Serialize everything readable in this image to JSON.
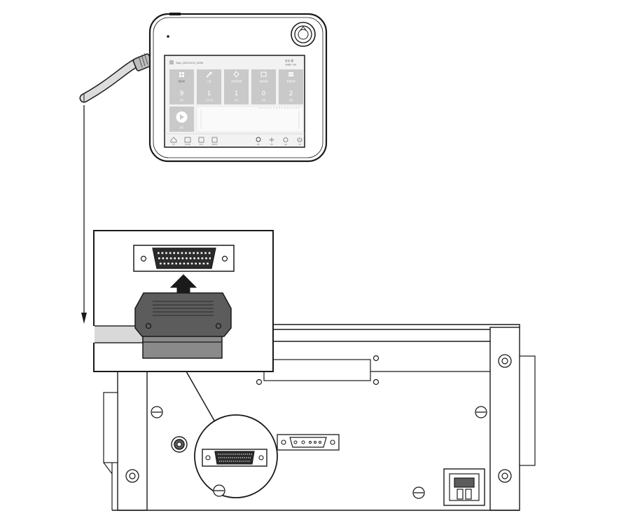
{
  "pendant": {
    "task_name": "Task_20251015_0036",
    "top_right_label": "安全 模",
    "top_right_sub": "当前模式: 空闲",
    "cards": [
      {
        "icon": "grid-icon",
        "label": "程序库",
        "value": "9",
        "sub": "程序"
      },
      {
        "icon": "wrench-icon",
        "label": "工具",
        "value": "1",
        "sub": "工具/工件"
      },
      {
        "icon": "diamond-icon",
        "label": "点位库管理",
        "value": "1",
        "sub": "点位"
      },
      {
        "icon": "image-icon",
        "label": "视觉应用",
        "value": "0",
        "sub": "应用"
      },
      {
        "icon": "list-icon",
        "label": "变量管理",
        "value": "2",
        "sub": "变量"
      }
    ],
    "play_label": "运行",
    "nav": [
      {
        "icon": "home-icon",
        "label": "首页"
      },
      {
        "icon": "program-icon",
        "label": "程序编辑"
      },
      {
        "icon": "grid-icon",
        "label": "程序库"
      },
      {
        "icon": "chart-icon",
        "label": "数据监控"
      },
      {
        "icon": "search-icon",
        "label": "搜索"
      },
      {
        "icon": "move-icon",
        "label": "移动"
      },
      {
        "icon": "gear-icon",
        "label": "设置"
      },
      {
        "icon": "power-icon",
        "label": "电源"
      }
    ]
  },
  "colors": {
    "line": "#1a1a1a",
    "tablet_screen": "#ececec",
    "card": "#c9c9c9",
    "connector_dark": "#5c5c5c",
    "connector_light": "#8a8a8a",
    "cable": "#d9d9d9",
    "white": "#ffffff"
  }
}
